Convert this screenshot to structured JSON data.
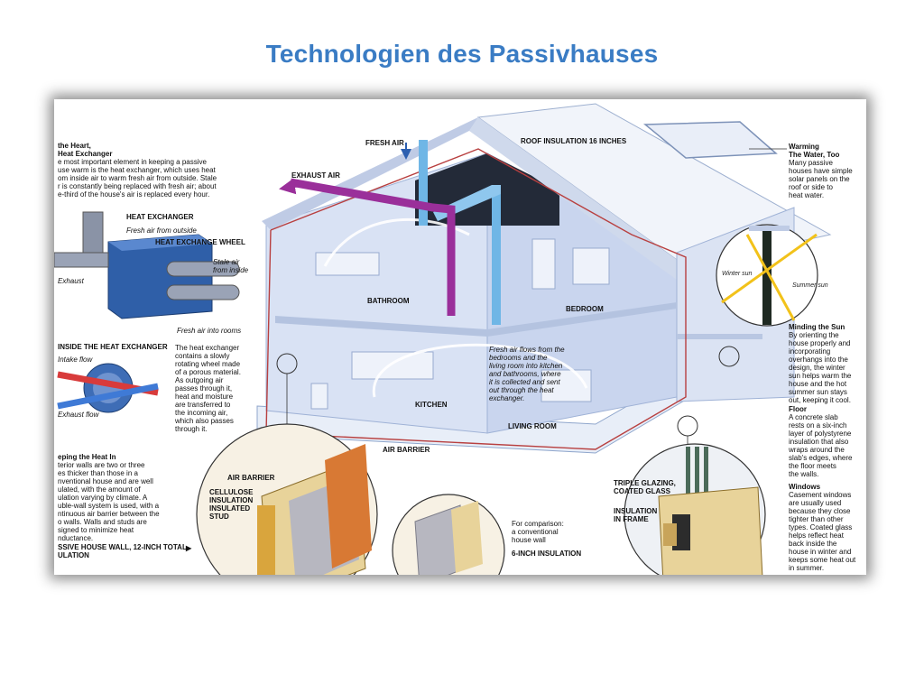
{
  "slide": {
    "title": "Technologien des Passivhauses"
  },
  "labels": {
    "fresh_air": "FRESH AIR",
    "roof_insulation": "ROOF INSULATION 16 INCHES",
    "exhaust_air": "EXHAUST AIR",
    "heat_exchanger": "HEAT EXCHANGER",
    "fresh_from_outside": "Fresh air from outside",
    "heat_exchange_wheel": "HEAT EXCHANGE WHEEL",
    "stale_air_1": "Stale air",
    "stale_air_2": "from inside",
    "exhaust": "Exhaust",
    "fresh_to_rooms": "Fresh air into rooms",
    "bathroom": "BATHROOM",
    "bedroom": "BEDROOM",
    "kitchen": "KITCHEN",
    "living_room": "LIVING ROOM",
    "air_barrier": "AIR BARRIER",
    "inside_hx": "INSIDE THE HEAT EXCHANGER",
    "intake_flow": "Intake flow",
    "exhaust_flow": "Exhaust flow",
    "winter_sun": "Winter sun",
    "summer_sun": "Summer sun",
    "wall_air_barrier": "AIR BARRIER",
    "cellulose_1": "CELLULOSE",
    "cellulose_2": "INSULATION",
    "insulated_1": "INSULATED",
    "insulated_2": "STUD",
    "six_inch": "6-INCH INSULATION",
    "triple_1": "TRIPLE GLAZING,",
    "triple_2": "COATED GLASS",
    "ins_frame_1": "INSULATION",
    "ins_frame_2": "IN FRAME"
  },
  "heart": {
    "heading_1": "the Heart,",
    "heading_2": "Heat Exchanger",
    "lines": [
      "e most important element in keeping a passive",
      "use warm is the heat exchanger, which uses heat",
      "om inside air to warm fresh air from outside. Stale",
      "r is constantly being replaced with fresh air; about",
      "e-third of the house's air is replaced every hour."
    ]
  },
  "hx_text": {
    "lines": [
      "The heat exchanger",
      "contains a slowly",
      "rotating wheel made",
      "of a porous material.",
      "As outgoing air",
      "passes through it,",
      "heat and moisture",
      "are transferred to",
      "the incoming air,",
      "which also passes",
      "through it."
    ]
  },
  "flow_note": {
    "lines": [
      "Fresh air flows from the",
      "bedrooms and the",
      "living room into kitchen",
      "and bathrooms, where",
      "it is collected and sent",
      "out through the heat",
      "exchanger."
    ]
  },
  "keeping": {
    "heading": "eping the Heat In",
    "lines": [
      "terior walls are two or three",
      "es thicker than those in a",
      "nventional house and are well",
      "ulated, with the amount of",
      "ulation varying by climate. A",
      "uble-wall system is used, with a",
      "ntinuous air barrier between the",
      "o walls. Walls and studs are",
      "signed to minimize heat",
      "nductance."
    ],
    "caption_1": "SSIVE HOUSE WALL, 12-INCH TOTAL",
    "caption_2": "ULATION"
  },
  "comparison": {
    "lines": [
      "For comparison:",
      "a conventional",
      "house wall"
    ]
  },
  "water": {
    "heading_1": "Warming",
    "heading_2": "The Water, Too",
    "lines": [
      "Many passive",
      "houses have simple",
      "solar panels on the",
      "roof or side to",
      "heat water."
    ]
  },
  "sun": {
    "heading": "Minding the Sun",
    "lines": [
      "By orienting the",
      "house properly and",
      "incorporating",
      "overhangs into the",
      "design, the winter",
      "sun helps warm the",
      "house and the hot",
      "summer sun stays",
      "out, keeping it cool."
    ]
  },
  "floor": {
    "heading": "Floor",
    "lines": [
      "A concrete slab",
      "rests on a six-inch",
      "layer of polystyrene",
      "insulation that also",
      "wraps around the",
      "slab's edges, where",
      "the floor meets",
      "the walls."
    ]
  },
  "windows": {
    "heading": "Windows",
    "lines": [
      "Casement windows",
      "are usually used",
      "because they close",
      "tighter than other",
      "types. Coated glass",
      "helps reflect heat",
      "back inside the",
      "house in winter and",
      "keeps some heat out",
      "in summer."
    ]
  },
  "colors": {
    "title": "#3a7cc4",
    "duct_purple": "#9a2f9a",
    "duct_blue": "#6fb6e6",
    "house_fill": "#e6ecf8",
    "wall_red": "#b84040"
  }
}
